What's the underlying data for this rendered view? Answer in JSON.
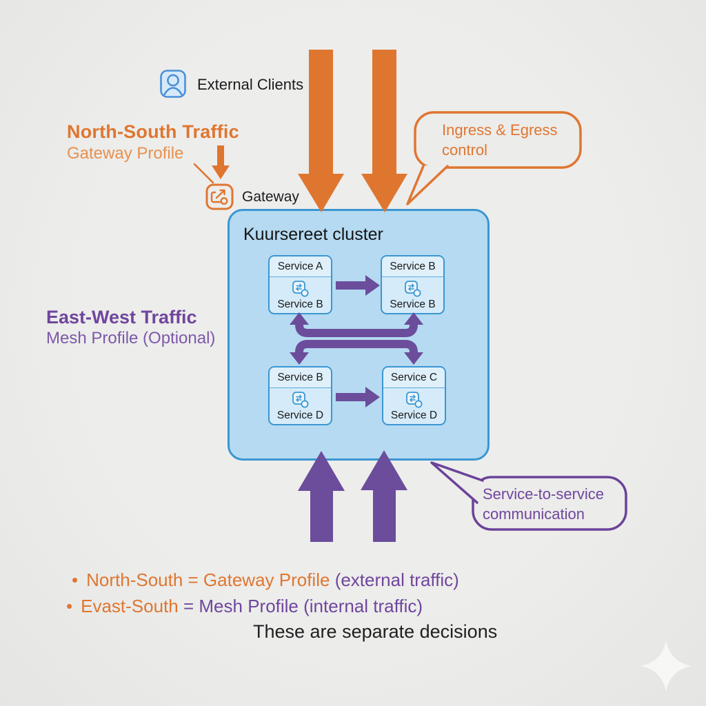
{
  "labels": {
    "external_clients": "External Clients",
    "north_south_title": "North-South Traffic",
    "north_south_subtitle": "Gateway Profile",
    "gateway": "Gateway",
    "east_west_title": "East-West Traffic",
    "east_west_subtitle": "Mesh Profile (Optional)"
  },
  "callouts": {
    "ingress": {
      "text": "Ingress & Egress control"
    },
    "mesh": {
      "text": "Service-to-service communication"
    }
  },
  "cluster": {
    "title": "Kuursereet cluster",
    "services": [
      {
        "top": "Service A",
        "bottom": "Service B"
      },
      {
        "top": "Service B",
        "bottom": "Service B"
      },
      {
        "top": "Service B",
        "bottom": "Service D"
      },
      {
        "top": "Service C",
        "bottom": "Service D"
      }
    ]
  },
  "bullets": [
    {
      "marker": "•",
      "orange": "North-South = Gateway Profile",
      "purple": "(external traffic)"
    },
    {
      "marker": "•",
      "orange": "Evast-South",
      "purple": "= Mesh Profile (internal traffic)"
    }
  ],
  "footer": {
    "note": "These are separate decisions"
  },
  "icons": [
    "user-icon",
    "gateway-icon",
    "service-mesh-icon",
    "sparkle-icon"
  ],
  "colors": {
    "orange": "#DF7630",
    "orange_light": "#E8904E",
    "purple": "#6F469E",
    "purple_arrow": "#6B4D9B",
    "blue_border": "#3A96D2",
    "blue_icon": "#4A90D8",
    "cluster_fill": "#B5DAF1",
    "service_box_fill": "#D5EBF9",
    "background": "#ECECEA"
  }
}
